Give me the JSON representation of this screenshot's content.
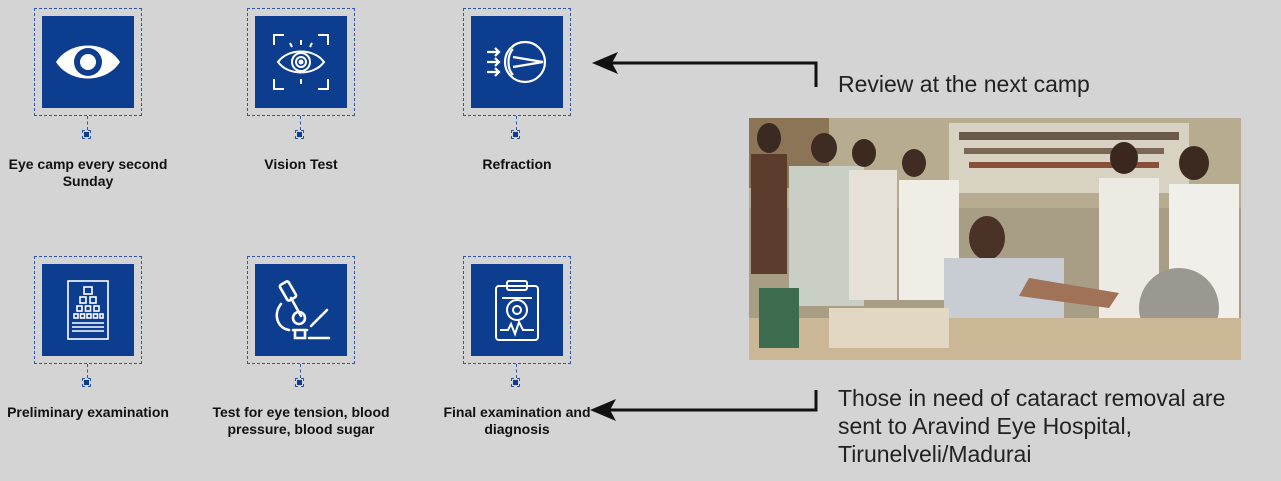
{
  "steps_row1": [
    {
      "label": "Eye camp every second Sunday",
      "icon": "eye-icon"
    },
    {
      "label": "Vision Test",
      "icon": "eye-scan-icon"
    },
    {
      "label": "Refraction",
      "icon": "refraction-icon"
    }
  ],
  "steps_row2": [
    {
      "label": "Preliminary examination",
      "icon": "eye-chart-icon"
    },
    {
      "label": "Test for eye tension, blood pressure, blood sugar",
      "icon": "microscope-icon"
    },
    {
      "label": "Final examination and diagnosis",
      "icon": "clipboard-icon"
    }
  ],
  "review_text": "Review at the next camp",
  "referral_text": "Those in need of cataract removal are sent to Aravind Eye Hospital, Tirunelveli/Madurai",
  "colors": {
    "tile": "#0d3d8e",
    "background": "#d4d4d4",
    "dashed_frame": "#2f56a8",
    "arrow": "#111111"
  }
}
